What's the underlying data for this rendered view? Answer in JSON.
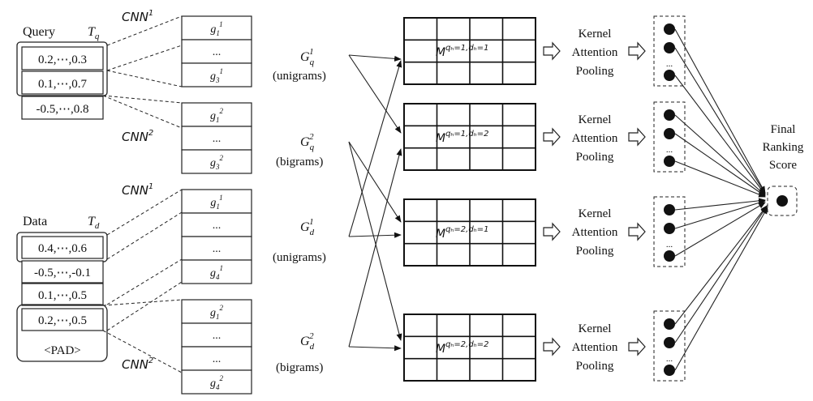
{
  "query": {
    "label": "Query",
    "symbol": "T",
    "symbol_sub": "q",
    "rows": [
      "0.2,⋯,0.3",
      "0.1,⋯,0.7",
      "-0.5,⋯,0.8"
    ]
  },
  "data": {
    "label": "Data",
    "symbol": "T",
    "symbol_sub": "d",
    "rows": [
      "0.4,⋯,0.6",
      "-0.5,⋯,-0.1",
      "0.1,⋯,0.5",
      "0.2,⋯,0.5"
    ],
    "pad": "<PAD>"
  },
  "cnn_labels": [
    {
      "base": "CNN",
      "sup": "1"
    },
    {
      "base": "CNN",
      "sup": "2"
    },
    {
      "base": "CNN",
      "sup": "1"
    },
    {
      "base": "CNN",
      "sup": "2"
    }
  ],
  "feature_columns": [
    {
      "cells": [
        {
          "base": "g",
          "sub": "1",
          "sup": "1"
        },
        {
          "text": "..."
        },
        {
          "base": "g",
          "sub": "3",
          "sup": "1"
        }
      ]
    },
    {
      "cells": [
        {
          "base": "g",
          "sub": "1",
          "sup": "2"
        },
        {
          "text": "..."
        },
        {
          "base": "g",
          "sub": "3",
          "sup": "2"
        }
      ]
    },
    {
      "cells": [
        {
          "base": "g",
          "sub": "1",
          "sup": "1"
        },
        {
          "text": "..."
        },
        {
          "text": "..."
        },
        {
          "base": "g",
          "sub": "4",
          "sup": "1"
        }
      ]
    },
    {
      "cells": [
        {
          "base": "g",
          "sub": "1",
          "sup": "2"
        },
        {
          "text": "..."
        },
        {
          "text": "..."
        },
        {
          "base": "g",
          "sub": "4",
          "sup": "2"
        }
      ]
    }
  ],
  "grams": [
    {
      "base": "G",
      "sub": "q",
      "sup": "1",
      "caption": "(unigrams)"
    },
    {
      "base": "G",
      "sub": "q",
      "sup": "2",
      "caption": "(bigrams)"
    },
    {
      "base": "G",
      "sub": "d",
      "sup": "1",
      "caption": "(unigrams)"
    },
    {
      "base": "G",
      "sub": "d",
      "sup": "2",
      "caption": "(bigrams)"
    }
  ],
  "matrices": [
    {
      "base": "M",
      "sup": "qₕ=1,dₕ=1"
    },
    {
      "base": "M",
      "sup": "qₕ=1,dₕ=2"
    },
    {
      "base": "M",
      "sup": "qₕ=2,dₕ=1"
    },
    {
      "base": "M",
      "sup": "qₕ=2,dₕ=2"
    }
  ],
  "pooling_label": [
    "Kernel",
    "Attention",
    "Pooling"
  ],
  "ellipsis": "...",
  "final": {
    "lines": [
      "Final",
      "Ranking",
      "Score"
    ]
  }
}
